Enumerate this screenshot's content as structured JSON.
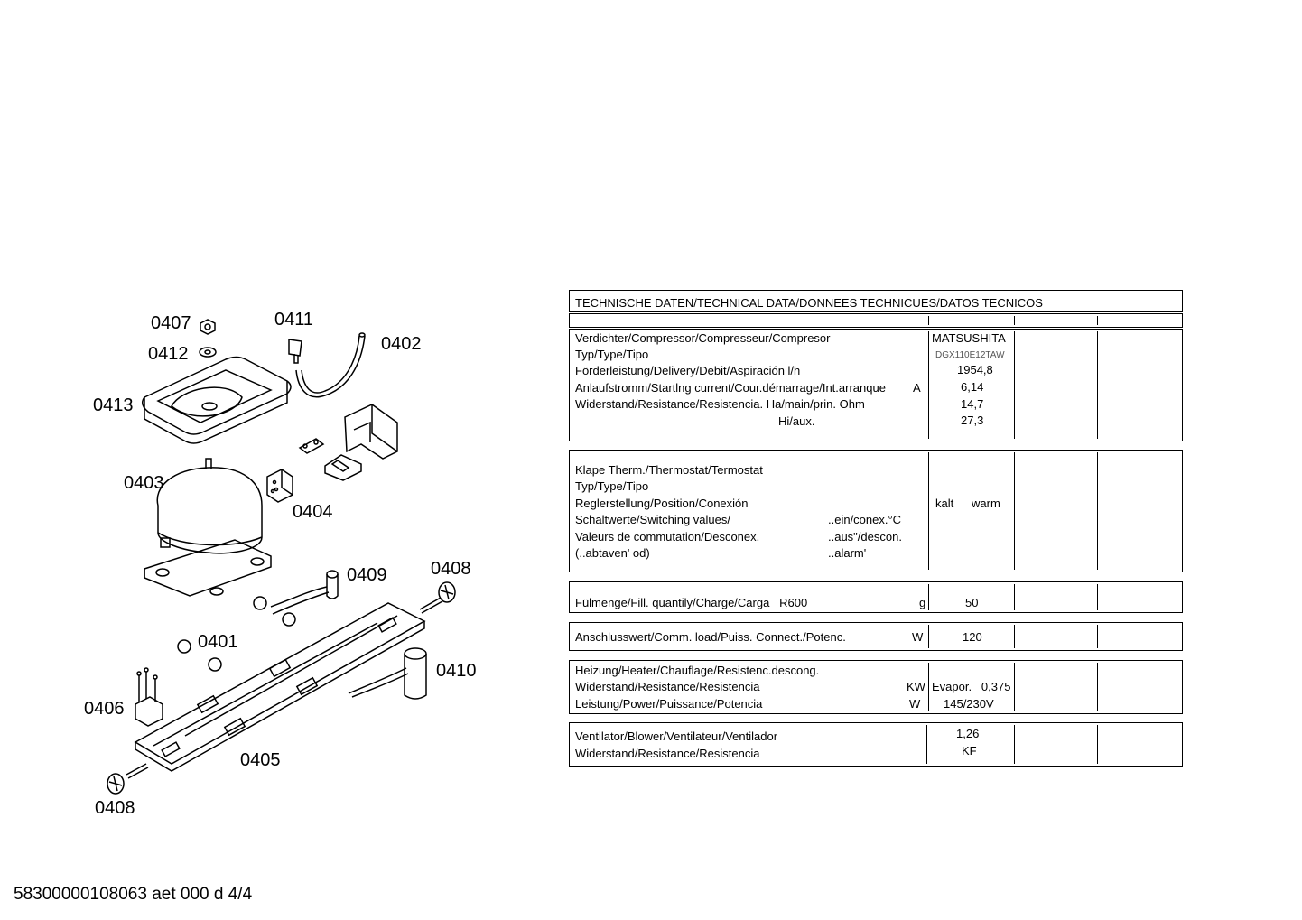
{
  "parts": {
    "p0407": "0407",
    "p0411": "0411",
    "p0412": "0412",
    "p0402": "0402",
    "p0413": "0413",
    "p0403": "0403",
    "p0404": "0404",
    "p0409": "0409",
    "p0408a": "0408",
    "p0401": "0401",
    "p0410": "0410",
    "p0406": "0406",
    "p0405": "0405",
    "p0408b": "0408"
  },
  "table": {
    "title": "TECHNISCHE DATEN/TECHNICAL DATA/DONNEES TECHNICUES/DATOS TECNICOS",
    "compressor": {
      "r1": "Verdichter/Compressor/Compresseur/Compresor",
      "r1v": "MATSUSHITA",
      "r2": "Typ/Type/Tipo",
      "r2v": "DGX110E12TAW",
      "r3": "Förderleistung/Delivery/Debit/Aspiración l/h",
      "r3v": "1954,8",
      "r4": "Anlaufstromm/Startlng current/Cour.démarrage/Int.arranque",
      "r4u": "A",
      "r4v": "6,14",
      "r5": "Widerstand/Resistance/Resistencia. Ha/main/prin. Ohm",
      "r5v": "14,7",
      "r6": "Hi/aux.",
      "r6v": "27,3"
    },
    "thermostat": {
      "r1": "Klape Therm./Thermostat/Termostat",
      "r2": "Typ/Type/Tipo",
      "r3": "Reglerstellung/Position/Conexión",
      "r3a": "kalt",
      "r3b": "warm",
      "r4": "Schaltwerte/Switching values/",
      "r4b": "..ein/conex.°C",
      "r5": "Valeurs de commutation/Desconex.",
      "r5b": "..aus\"/descon.",
      "r6": "(..abtaven' od)",
      "r6b": "..alarm'"
    },
    "fill": {
      "label": "Fülmenge/Fill. quantily/Charge/Carga   R600",
      "unit": "g",
      "value": "50"
    },
    "load": {
      "label": "Anschlusswert/Comm. load/Puiss. Connect./Potenc.",
      "unit": "W",
      "value": "120"
    },
    "heater": {
      "r1": "Heizung/Heater/Chauflage/Resistenc.descong.",
      "r2": "Widerstand/Resistance/Resistencia",
      "r2u": "KW",
      "r2v": "Evapor.   0,375",
      "r3": "Leistung/Power/Puissance/Potencia",
      "r3u": "W",
      "r3v": "145/230V"
    },
    "blower": {
      "r1": "Ventilator/Blower/Ventilateur/Ventilador",
      "r1v": "1,26",
      "r2": "Widerstand/Resistance/Resistencia",
      "r2v": "KF"
    }
  },
  "footer": "58300000108063 aet 000 d 4/4"
}
